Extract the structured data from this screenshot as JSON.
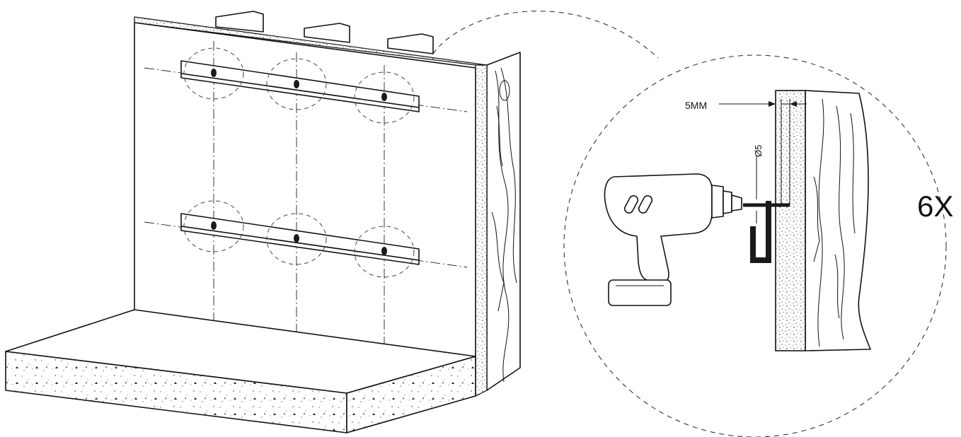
{
  "labels": {
    "gap": "5MM",
    "drill_diameter": "Ø5",
    "quantity": "6X"
  }
}
